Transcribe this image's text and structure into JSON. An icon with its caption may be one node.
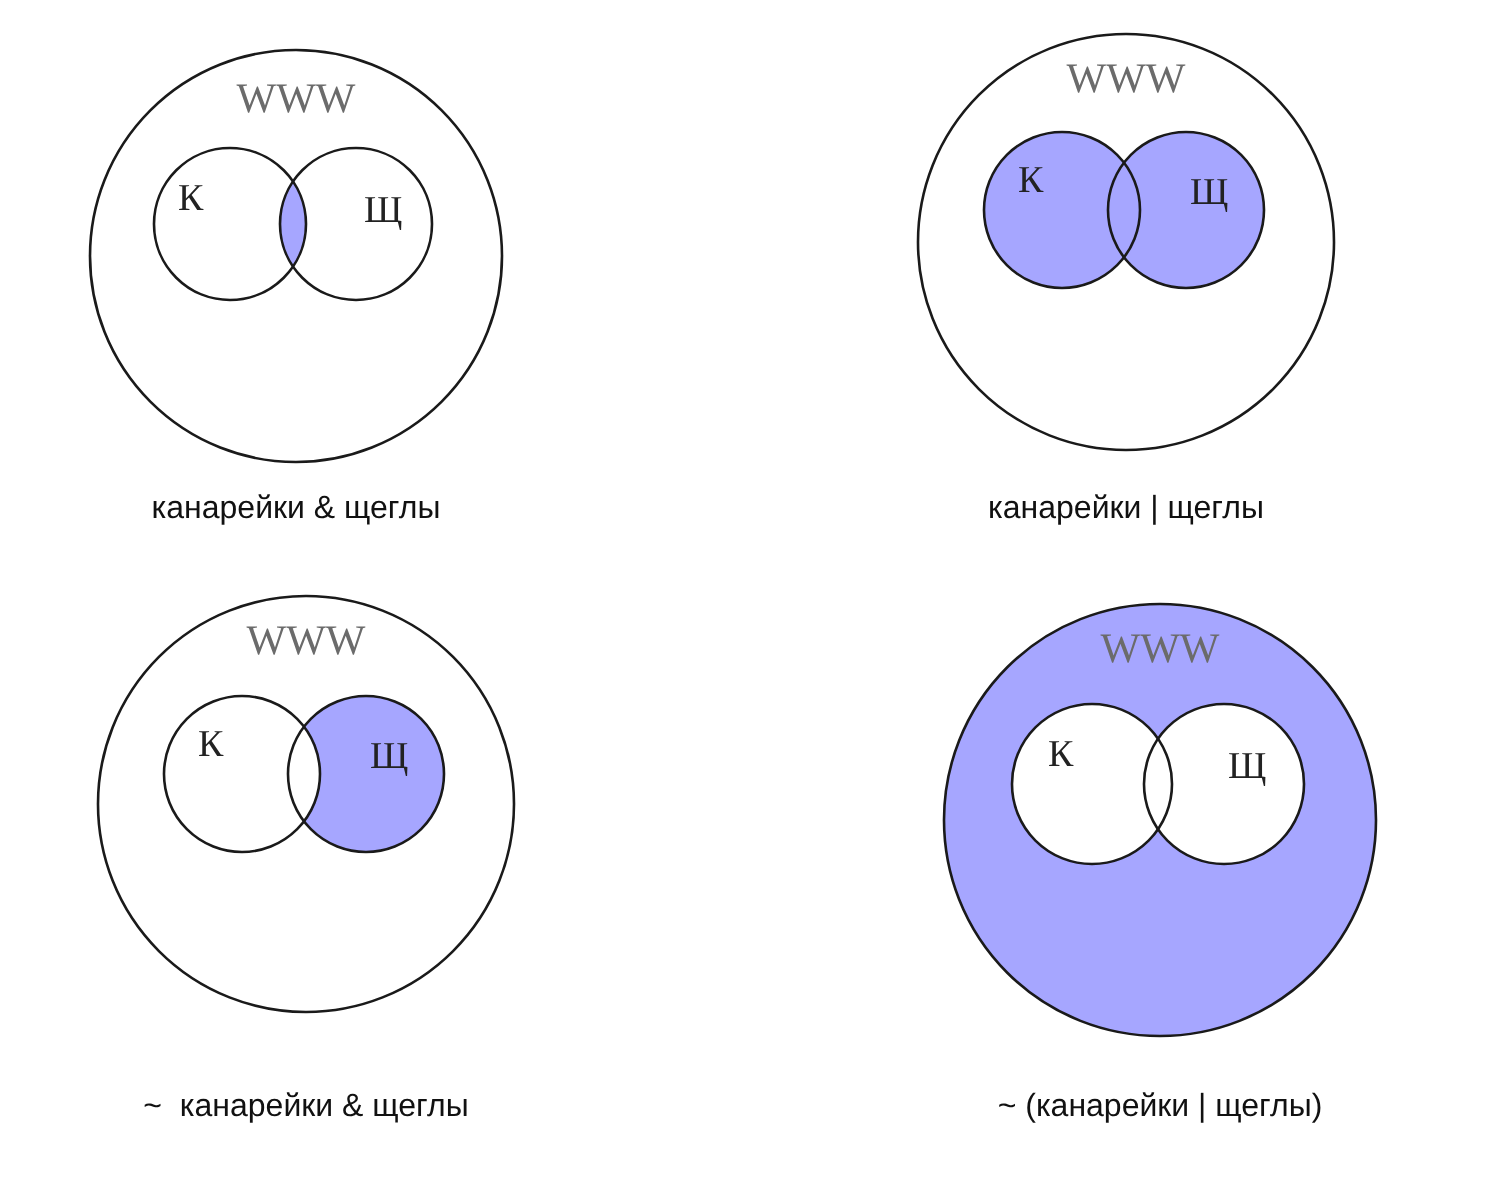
{
  "diagram": {
    "nodes": [
      {
        "text": [
          "WWW"
        ],
        "beside": [
          "канарейки & щеглы"
        ]
      },
      {
        "text": [
          "К"
        ],
        "in": 0
      },
      {
        "text": [
          "Щ"
        ],
        "in": 0
      },
      {
        "text": [
          "WWW"
        ],
        "beside": [
          "канарейки | щеглы"
        ]
      },
      {
        "text": [
          "К"
        ],
        "in": 3
      },
      {
        "text": [
          "Щ"
        ],
        "in": 3
      },
      {
        "text": [
          "WWW"
        ],
        "beside": [
          "~  канарейки & щеглы"
        ]
      },
      {
        "text": [
          "К"
        ],
        "in": 6
      },
      {
        "text": [
          "Щ"
        ],
        "in": 6
      },
      {
        "text": [
          "WWW"
        ],
        "beside": [
          "~ (канарейки | щеглы)"
        ]
      },
      {
        "text": [
          "К"
        ],
        "in": 9
      },
      {
        "text": [
          "Щ"
        ],
        "in": 9
      }
    ]
  }
}
